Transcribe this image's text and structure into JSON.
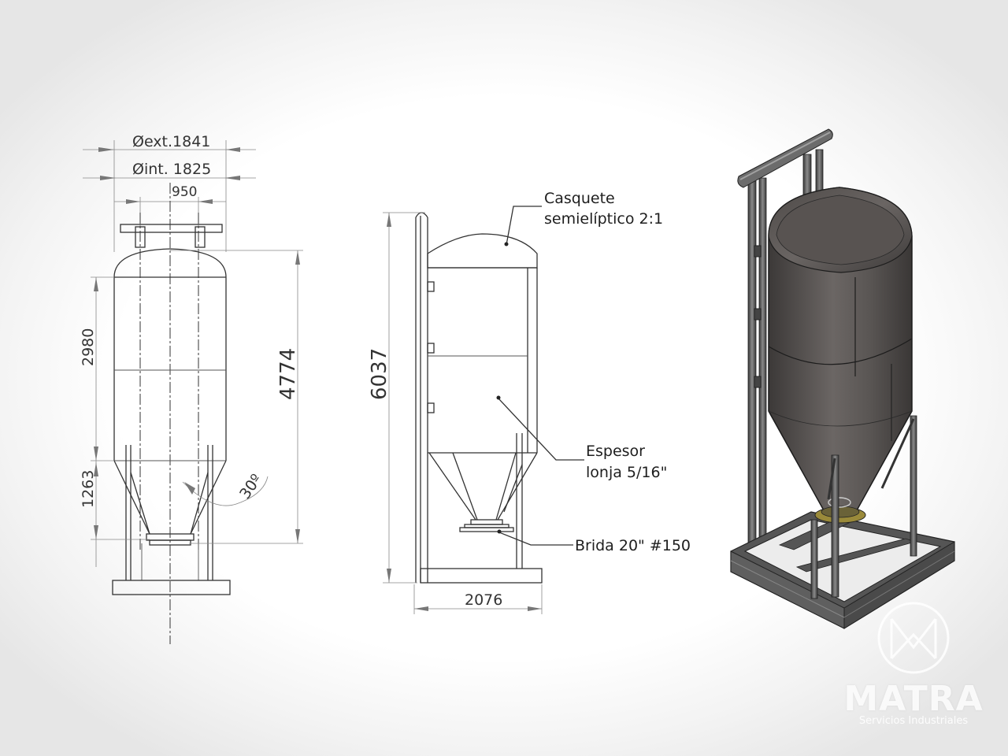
{
  "front_view": {
    "dim_ext": "Øext.1841",
    "dim_int": "Øint. 1825",
    "dim_950": "950",
    "dim_2980": "2980",
    "dim_1263": "1263",
    "dim_4774": "4774",
    "dim_angle": "30º"
  },
  "side_view": {
    "dim_6037": "6037",
    "dim_2076": "2076",
    "callout_head_line1": "Casquete",
    "callout_head_line2": "semielíptico 2:1",
    "callout_thickness_line1": "Espesor",
    "callout_thickness_line2": "lonja 5/16\"",
    "callout_flange": "Brida 20\" #150"
  },
  "brand": {
    "name": "MATRA",
    "tagline": "Servicios Industriales"
  },
  "colors": {
    "line": "#333333",
    "tank_body": "#5a5654",
    "tank_dark": "#3a3736",
    "frame": "#4a4a4a"
  }
}
